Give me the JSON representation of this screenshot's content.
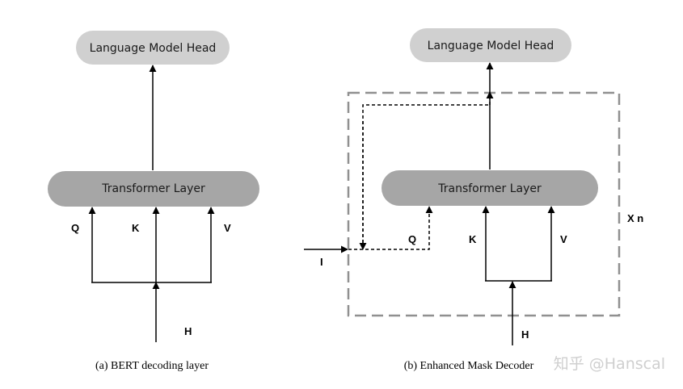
{
  "left_diagram": {
    "head_label": "Language Model Head",
    "layer_label": "Transformer Layer",
    "q_label": "Q",
    "k_label": "K",
    "v_label": "V",
    "h_label": "H",
    "caption": "(a) BERT decoding layer"
  },
  "right_diagram": {
    "head_label": "Language Model Head",
    "layer_label": "Transformer Layer",
    "q_label": "Q",
    "k_label": "K",
    "v_label": "V",
    "h_label": "H",
    "i_label": "I",
    "repeat_label": "X n",
    "caption": "(b) Enhanced Mask Decoder"
  },
  "watermark": "知乎 @Hanscal",
  "colors": {
    "head_box": "#d0d0d0",
    "layer_box": "#a6a6a6",
    "dashed_frame": "#909090",
    "lines": "#000000"
  }
}
